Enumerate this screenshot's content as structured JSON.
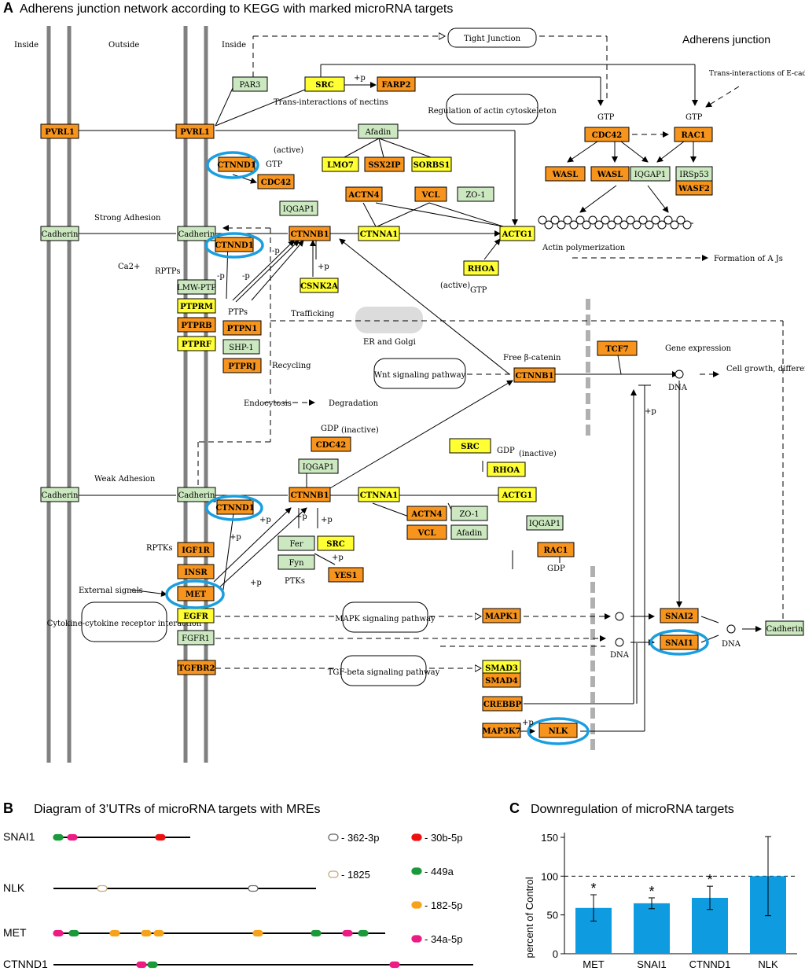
{
  "panel_a": {
    "letter": "A",
    "title": "Adherens junction network according to KEGG with marked microRNA targets",
    "region_labels": {
      "inside_left": "Inside",
      "outside": "Outside",
      "inside_right": "Inside",
      "adherens": "Adherens junction"
    },
    "process_labels": [
      "Tight Junction",
      "Regulation of actin cytoskeleton",
      "Wnt signaling pathway",
      "MAPK signaling pathway",
      "TGF-beta signaling pathway",
      "Cytokine-cytokine receptor interaction"
    ],
    "misc_labels": {
      "trans_nectins": "Trans-interactions of nectins",
      "trans_ecad": "Trans-interactions of E-cadherins",
      "strong_adhesion": "Strong Adhesion",
      "weak_adhesion": "Weak Adhesion",
      "rptps": "RPTPs",
      "ptps": "PTPs",
      "rptks": "RPTKs",
      "ptks": "PTKs",
      "ca": "Ca2+",
      "trafficking": "Trafficking",
      "er_golgi": "ER and Golgi",
      "recycling": "Recycling",
      "endocytosis": "Endocytosis",
      "degradation": "Degradation",
      "free_bcat": "Free β-catenin",
      "gene_expr": "Gene expression",
      "dna": "DNA",
      "cell_growth": "Cell growth, differentiation",
      "actin_poly": "Actin polymerization",
      "formation": "Formation of A Js",
      "external": "External signals",
      "gtp": "GTP",
      "gdp": "GDP",
      "active": "(active)",
      "inactive": "(inactive)",
      "plus_p": "+p",
      "minus_p": "-p"
    },
    "genes": [
      "PVRL1",
      "PVRL1",
      "PAR3",
      "SRC",
      "FARP2",
      "Afadin",
      "CTNND1",
      "CDC42",
      "IQGAP1",
      "LMO7",
      "SSX2IP",
      "SORBS1",
      "ACTN4",
      "VCL",
      "ZO-1",
      "CTNNA1",
      "ACTG1",
      "RHOA",
      "CDC42",
      "RAC1",
      "WASL",
      "WASL",
      "IQGAP1",
      "IRSp53",
      "WASF2",
      "Cadherin",
      "Cadherin",
      "CTNND1",
      "CTNNB1",
      "CSNK2A",
      "LMW-PTP",
      "PTPRM",
      "PTPRB",
      "PTPRF",
      "PTPN1",
      "SHP-1",
      "PTPRJ",
      "TCF7",
      "CTNNB1",
      "CDC42",
      "IQGAP1",
      "SRC",
      "RHOA",
      "Cadherin",
      "Cadherin",
      "CTNND1",
      "CTNNB1",
      "CTNNA1",
      "ACTG1",
      "ACTN4",
      "ZO-1",
      "VCL",
      "Afadin",
      "IQGAP1",
      "RAC1",
      "Fer",
      "SRC",
      "Fyn",
      "YES1",
      "IGF1R",
      "INSR",
      "MET",
      "EGFR",
      "FGFR1",
      "TGFBR2",
      "MAPK1",
      "SNAI2",
      "SNAI1",
      "Cadherin",
      "SMAD3",
      "SMAD4",
      "CREBBP",
      "MAP3K7",
      "NLK"
    ],
    "circled_targets": [
      "CTNND1",
      "MET",
      "SNAI1",
      "NLK"
    ],
    "colors": {
      "orange": "#f7941d",
      "yellow": "#ffff33",
      "green": "#cce8c0",
      "circle": "#1a9ee0"
    }
  },
  "panel_b": {
    "letter": "B",
    "title": "Diagram of 3’UTRs of microRNA targets with MREs",
    "genes": [
      "SNAI1",
      "NLK",
      "MET",
      "CTNND1"
    ],
    "legend": [
      {
        "label": "- 362-3p",
        "color": "#ffffff",
        "edge": "#666666"
      },
      {
        "label": "- 1825",
        "color": "#ffffff",
        "edge": "#c8a87a"
      },
      {
        "label": "- 30b-5p",
        "color": "#ee1111",
        "edge": "#ee1111"
      },
      {
        "label": "- 449a",
        "color": "#1a9a3a",
        "edge": "#1a9a3a"
      },
      {
        "label": "- 182-5p",
        "color": "#f7a21b",
        "edge": "#f7a21b"
      },
      {
        "label": "- 34a-5p",
        "color": "#ec1c84",
        "edge": "#ec1c84"
      }
    ]
  },
  "panel_c": {
    "letter": "C",
    "title": "Downregulation of microRNA targets",
    "chart_data": {
      "type": "bar",
      "categories": [
        "MET",
        "SNAI1",
        "CTNND1",
        "NLK"
      ],
      "values": [
        59,
        65,
        72,
        100
      ],
      "errors": [
        17,
        7,
        15,
        51
      ],
      "significant": [
        true,
        true,
        true,
        false
      ],
      "ylabel": "percent of Control",
      "ylim": [
        0,
        150
      ],
      "yticks": [
        "0",
        "50",
        "100",
        "150"
      ],
      "reference_line": 100,
      "star": "*",
      "bar_color": "#0f9be0"
    }
  }
}
